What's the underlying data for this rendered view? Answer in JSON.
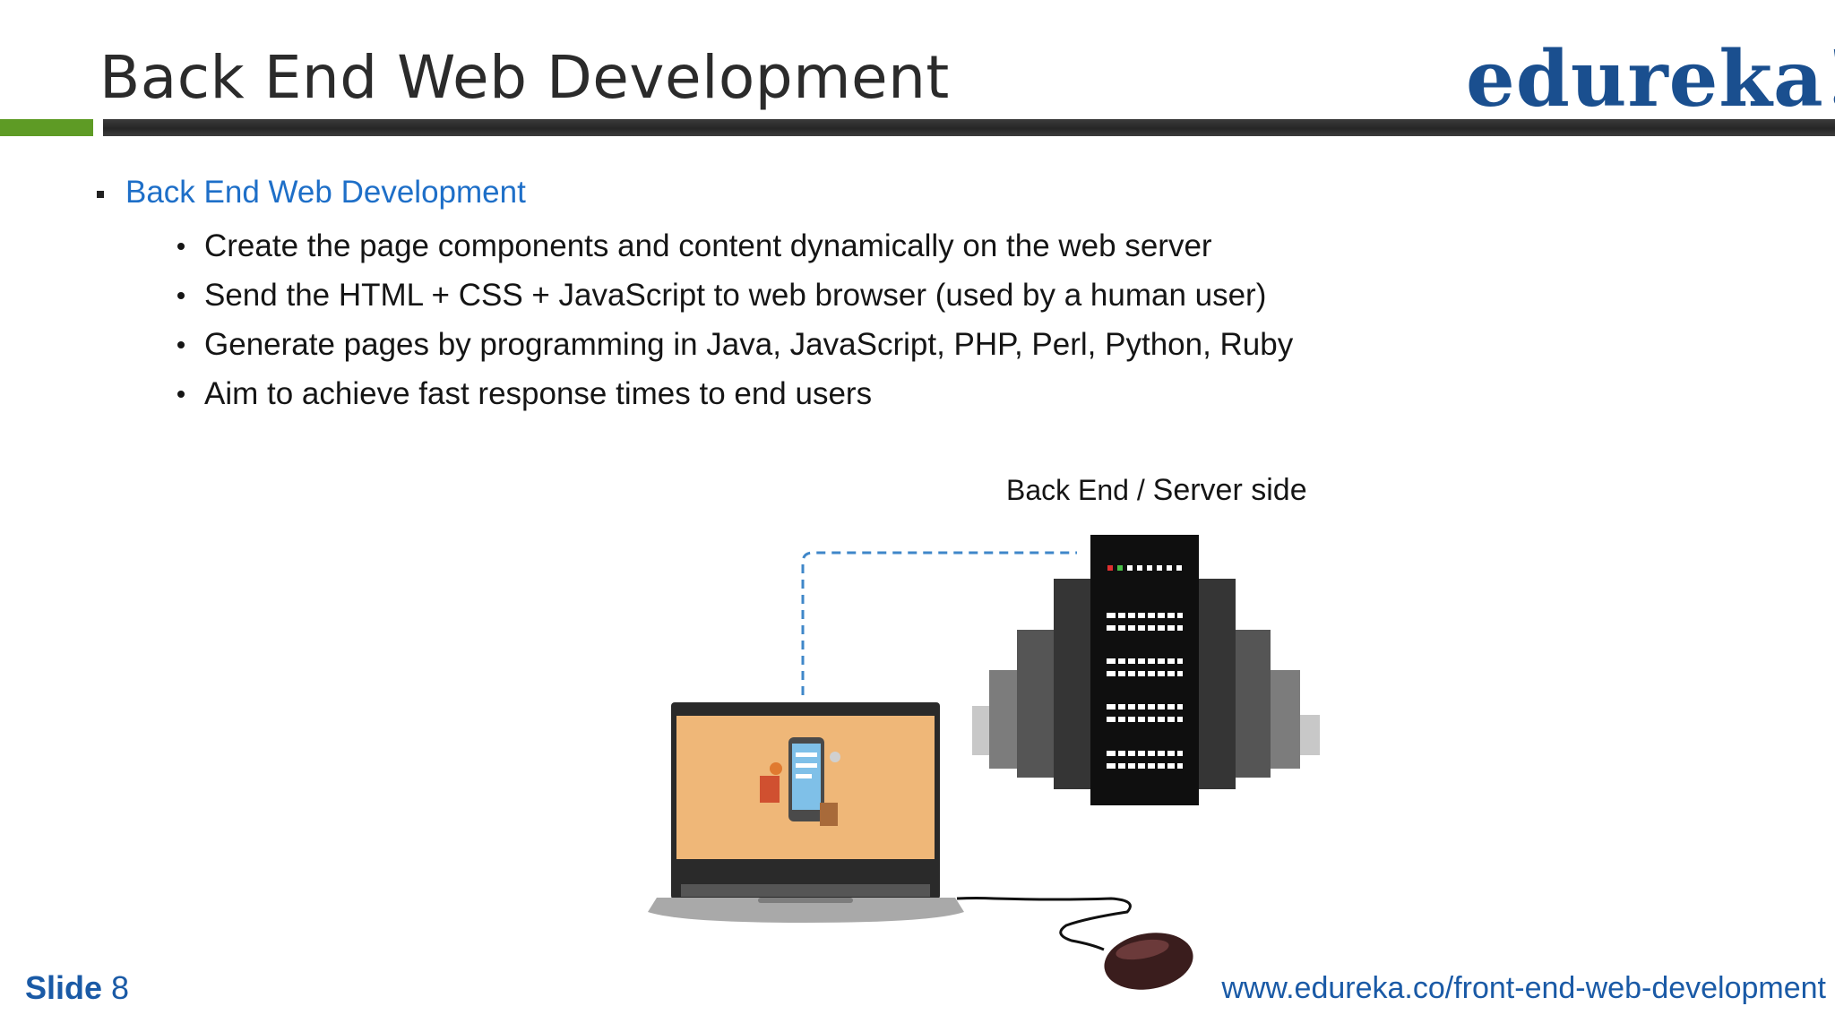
{
  "header": {
    "title": "Back End Web Development",
    "logo_text": "edureka!"
  },
  "content": {
    "main_bullet": "Back End Web Development",
    "sub_bullets": [
      "Create the page components and content dynamically on the web server",
      "Send the HTML + CSS + JavaScript to web browser (used by a human user)",
      "Generate pages by programming in Java, JavaScript, PHP, Perl, Python, Ruby",
      "Aim to achieve fast response times to end users"
    ]
  },
  "diagram": {
    "label_part1": "Back End / ",
    "label_part2": "Server side"
  },
  "footer": {
    "slide_label": "Slide",
    "slide_number": "8",
    "url": "www.edureka.co/front-end-web-development"
  },
  "colors": {
    "accent_blue": "#1e6fc8",
    "logo_blue": "#1a4f8f",
    "green_bar": "#5e9b25",
    "dark_bar": "#2b2b2b",
    "laptop_screen": "#efb778"
  }
}
